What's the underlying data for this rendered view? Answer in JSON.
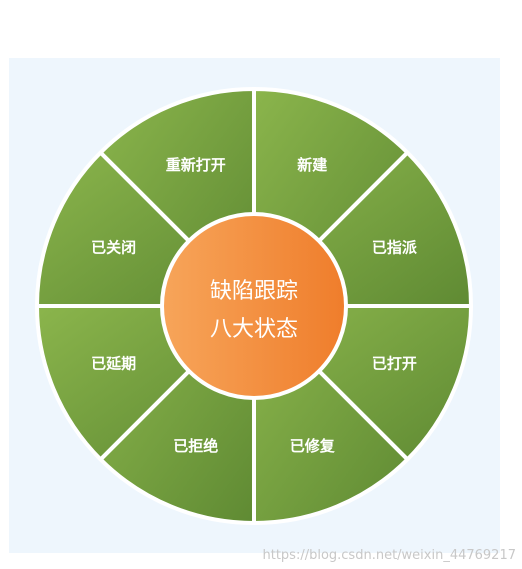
{
  "diagram": {
    "center_lines": [
      "缺陷跟踪",
      "八大状态"
    ],
    "segments": [
      "新建",
      "已指派",
      "已打开",
      "已修复",
      "已拒绝",
      "已延期",
      "已关闭",
      "重新打开"
    ],
    "colors": {
      "segment_light": "#8bb54c",
      "segment_dark": "#5f8a33",
      "divider": "#ffffff",
      "center_light": "#f7a55a",
      "center_dark": "#ef7d2b",
      "panel_bg": "#eef6fd"
    }
  },
  "watermark": "https://blog.csdn.net/weixin_44769217"
}
